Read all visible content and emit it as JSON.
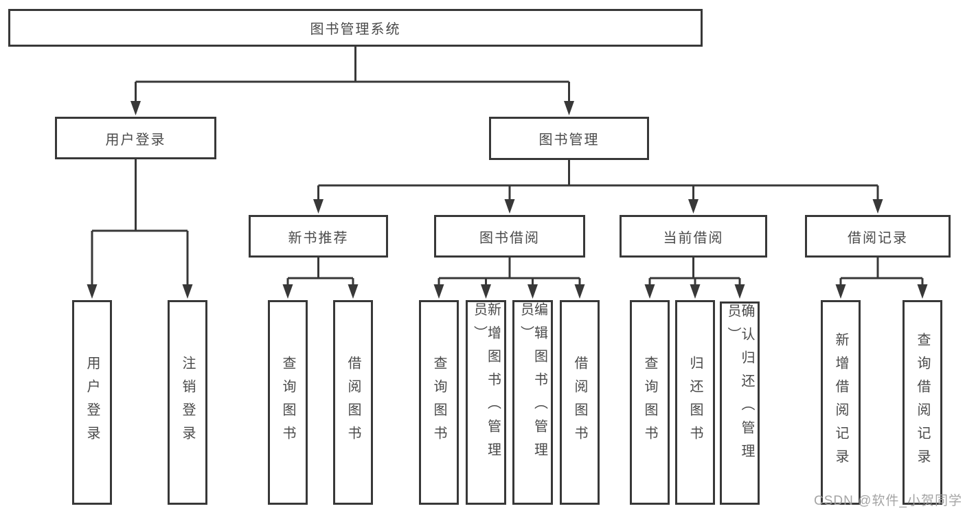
{
  "diagram": {
    "title": "图书管理系统",
    "level2": [
      {
        "label": "用户登录"
      },
      {
        "label": "图书管理"
      }
    ],
    "level3": [
      {
        "label": "新书推荐"
      },
      {
        "label": "图书借阅"
      },
      {
        "label": "当前借阅"
      },
      {
        "label": "借阅记录"
      }
    ],
    "leaves": {
      "user_login_group": [
        "用户登录",
        "注销登录"
      ],
      "new_book_group": [
        "查询图书",
        "借阅图书"
      ],
      "book_borrow_group": [
        "查询图书",
        "新增图书（管理员）",
        "编辑图书（管理员）",
        "借阅图书"
      ],
      "current_borrow_group": [
        "查询图书",
        "归还图书",
        "确认归还（管理员）"
      ],
      "borrow_record_group": [
        "新增借阅记录",
        "查询借阅记录"
      ]
    }
  },
  "watermark": "CSDN @软件_小贺同学",
  "colors": {
    "line": "#383838",
    "text": "#4a4a4a",
    "watermark": "#a0a0a0",
    "background": "#ffffff"
  }
}
